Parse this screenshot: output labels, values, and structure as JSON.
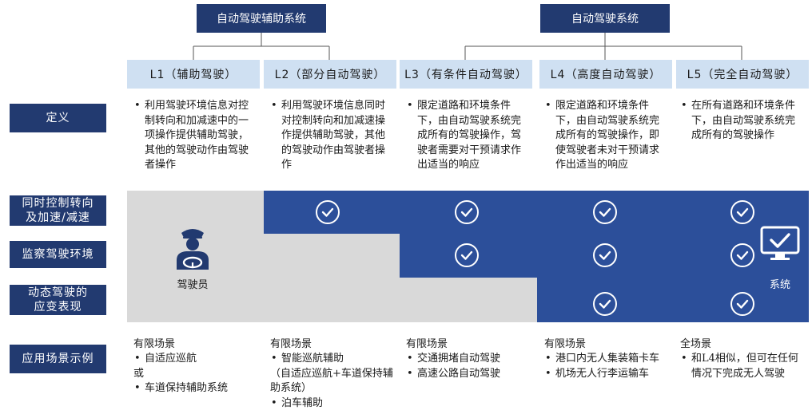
{
  "groups": {
    "assist": "自动驾驶辅助系统",
    "auto": "自动驾驶系统"
  },
  "levels": [
    {
      "label": "L1（辅助驾驶）"
    },
    {
      "label": "L2（部分自动驾驶）"
    },
    {
      "label": "L3（有条件自动驾驶）"
    },
    {
      "label": "L4（高度自动驾驶）"
    },
    {
      "label": "L5（完全自动驾驶）"
    }
  ],
  "rows": {
    "definition": "定义",
    "control": "同时控制转向\n及加速/减速",
    "monitor": "监察驾驶环境",
    "fallback": "动态驾驶的\n应变表现",
    "usecase": "应用场景示例"
  },
  "definitions": [
    [
      "利用驾驶环境信息对控制转向和加减速中的一项操作提供辅助驾驶，其他的驾驶动作由驾驶者操作"
    ],
    [
      "利用驾驶环境信息同时对控制转向和加减速操作提供辅助驾驶，其他的驾驶动作由驾驶者操作"
    ],
    [
      "限定道路和环境条件下，由自动驾驶系统完成所有的驾驶操作，驾驶者需要对干预请求作出适当的响应"
    ],
    [
      "限定道路和环境条件下，由自动驾驶系统完成所有的驾驶操作，即使驾驶者未对干预请求作出适当的响应"
    ],
    [
      "在所有道路和环境条件下，由自动驾驶系统完成所有的驾驶操作"
    ]
  ],
  "actors": {
    "driver": "驾驶员",
    "system": "系统"
  },
  "icons": {
    "driver": "driver-icon",
    "system": "monitor-check-icon",
    "check": "check-circle-icon"
  },
  "checks": {
    "control": [
      false,
      true,
      true,
      true,
      true
    ],
    "monitor": [
      false,
      false,
      true,
      true,
      true
    ],
    "fallback": [
      false,
      false,
      false,
      true,
      true
    ]
  },
  "usecases": [
    {
      "head": "有限场景",
      "items": [
        {
          "text": "自适应巡航",
          "bullet": true
        },
        {
          "text": "或",
          "bullet": false
        },
        {
          "text": "车道保持辅助系统",
          "bullet": true
        }
      ]
    },
    {
      "head": "有限场景",
      "items": [
        {
          "text": "智能巡航辅助",
          "bullet": true
        },
        {
          "text": "（自适应巡航+车道保持辅助系统）",
          "bullet": false
        },
        {
          "text": "泊车辅助",
          "bullet": true
        }
      ]
    },
    {
      "head": "有限场景",
      "items": [
        {
          "text": "交通拥堵自动驾驶",
          "bullet": true
        },
        {
          "text": "高速公路自动驾驶",
          "bullet": true
        }
      ]
    },
    {
      "head": "有限场景",
      "items": [
        {
          "text": "港口内无人集装箱卡车",
          "bullet": true
        },
        {
          "text": "机场无人行李运输车",
          "bullet": true
        }
      ]
    },
    {
      "head": "全场景",
      "items": [
        {
          "text": "和L4相似，但可在任何情况下完成无人驾驶",
          "bullet": true
        }
      ]
    }
  ],
  "colors": {
    "navy": "#223a70",
    "light_blue": "#cfe0f2",
    "system_blue": "#2c4f9a",
    "driver_gray": "#d9d9d9"
  }
}
